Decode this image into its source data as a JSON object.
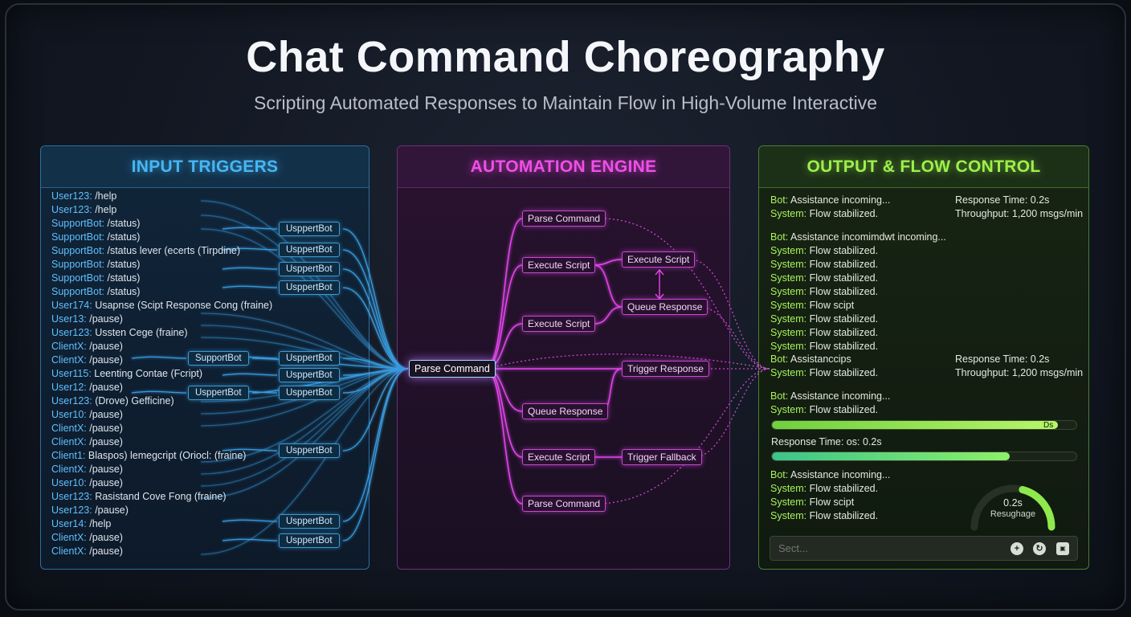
{
  "header": {
    "title": "Chat Command Choreography",
    "subtitle": "Scripting Automated Responses to Maintain Flow in High-Volume Interactive"
  },
  "colors": {
    "input": "#46b6f4",
    "engine": "#f04fe8",
    "output": "#9ef04a"
  },
  "input_panel": {
    "title": "INPUT TRIGGERS",
    "lines": [
      {
        "who": "User123:",
        "text": " /help"
      },
      {
        "who": "User123:",
        "text": " /help"
      },
      {
        "who": "SupportBot:",
        "text": " /status)"
      },
      {
        "who": "SupportBot:",
        "text": " /status)"
      },
      {
        "who": "SupportBot:",
        "text": " /status lever (ecerts (Tirpdine)"
      },
      {
        "who": "SupportBot:",
        "text": " /status)"
      },
      {
        "who": "SupportBot:",
        "text": " /status)"
      },
      {
        "who": "SupportBot:",
        "text": " /status)"
      },
      {
        "who": "User174:",
        "text": " Usapnse (Scipt Response Cong (fraine)"
      },
      {
        "who": "User13:",
        "text": " /pause)"
      },
      {
        "who": "User123:",
        "text": " Ussten Cege (fraine)"
      },
      {
        "who": "ClientX:",
        "text": " /pause)"
      },
      {
        "who": "ClientX:",
        "text": " /pause)"
      },
      {
        "who": "User115:",
        "text": " Leenting Contae (Fcript)"
      },
      {
        "who": "User12:",
        "text": " /pause)"
      },
      {
        "who": "User123:",
        "text": " (Drove) Gefficine)"
      },
      {
        "who": "User10:",
        "text": " /pause)"
      },
      {
        "who": "ClientX:",
        "text": " /pause)"
      },
      {
        "who": "ClientX:",
        "text": " /pause)"
      },
      {
        "who": "Client1:",
        "text": " Blaspos) lemegcript (Oriocl: (fraine)"
      },
      {
        "who": "ClientX:",
        "text": " /pause)"
      },
      {
        "who": "User10:",
        "text": " /pause)"
      },
      {
        "who": "User123:",
        "text": " Rasistand Cove Fong (fraine)"
      },
      {
        "who": "User123:",
        "text": " /pause)"
      },
      {
        "who": "User14:",
        "text": " /help"
      },
      {
        "who": "ClientX:",
        "text": " /pause)"
      },
      {
        "who": "ClientX:",
        "text": " /pause)"
      }
    ],
    "chips": [
      {
        "label": "UsppertBot"
      },
      {
        "label": "UsppertBot"
      },
      {
        "label": "UsppertBot"
      },
      {
        "label": "UsppertBot"
      },
      {
        "label": "SupportBot"
      },
      {
        "label": "UsppertBot"
      },
      {
        "label": "UsppertBot"
      },
      {
        "label": "UsppertBot"
      },
      {
        "label": "UsppertBot"
      },
      {
        "label": "UsppertBot"
      },
      {
        "label": "UsppertBot"
      },
      {
        "label": "UsppertBot"
      }
    ]
  },
  "engine_panel": {
    "title": "AUTOMATION ENGINE",
    "hub": "Parse Command",
    "nodes": [
      {
        "label": "Parse Command"
      },
      {
        "label": "Execute Script"
      },
      {
        "label": "Execute Script"
      },
      {
        "label": "Queue Response"
      },
      {
        "label": "Execute Script"
      },
      {
        "label": "Trigger Response"
      },
      {
        "label": "Queue Response"
      },
      {
        "label": "Execute Script"
      },
      {
        "label": "Trigger Fallback"
      },
      {
        "label": "Parse Command"
      }
    ]
  },
  "output_panel": {
    "title": "OUTPUT & FLOW CONTROL",
    "lines": [
      {
        "who": "Bot:",
        "text": " Assistance incoming..."
      },
      {
        "who": "System:",
        "text": " Flow stabilized."
      },
      {
        "who": "Bot:",
        "text": " Assistance incomimdwt incoming..."
      },
      {
        "who": "System:",
        "text": " Flow stabilized."
      },
      {
        "who": "System:",
        "text": " Flow stabilized."
      },
      {
        "who": "System:",
        "text": " Flow stabilized."
      },
      {
        "who": "System:",
        "text": " Flow stabilized."
      },
      {
        "who": "System:",
        "text": " Flow scipt"
      },
      {
        "who": "System:",
        "text": " Flow stabilized."
      },
      {
        "who": "System:",
        "text": " Flow stabilized."
      },
      {
        "who": "System:",
        "text": " Flow stabilized."
      },
      {
        "who": "Bot:",
        "text": " Assistanccips"
      },
      {
        "who": "System:",
        "text": " Flow stabilized."
      },
      {
        "who": "Bot:",
        "text": " Assistance incoming..."
      },
      {
        "who": "System:",
        "text": " Flow stabilized."
      },
      {
        "who": "Bot:",
        "text": " Assistance incoming..."
      },
      {
        "who": "System:",
        "text": " Flow stabilized."
      },
      {
        "who": "System:",
        "text": " Flow scipt"
      },
      {
        "who": "System:",
        "text": " Flow stabilized."
      }
    ],
    "stats": [
      {
        "text": "Response Time: 0.2s"
      },
      {
        "text": "Throughput: 1,200 msgs/min"
      },
      {
        "text": "Response Time: 0.2s"
      },
      {
        "text": "Throughput: 1,200 msgs/min"
      }
    ],
    "bar1": {
      "fill": 0.94,
      "tag": "Ds"
    },
    "bar_label": "Response Time: os: 0.2s",
    "bar2": {
      "fill": 0.78
    },
    "gauge": {
      "value": "0.2s",
      "label": "Resughage",
      "fraction": 0.42
    },
    "input_placeholder": "Sect..."
  }
}
